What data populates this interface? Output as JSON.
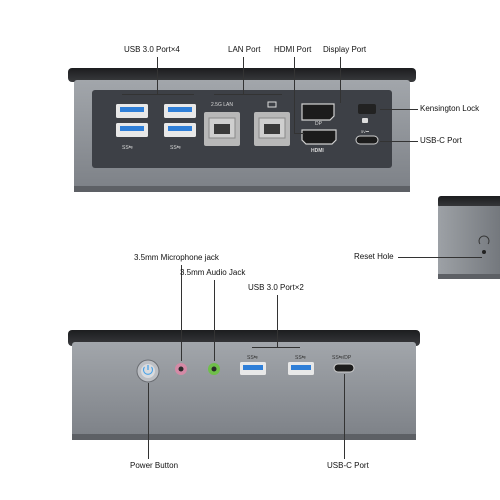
{
  "labels": {
    "usb30_x4": "USB 3.0 Port×4",
    "lan_port": "LAN Port",
    "hdmi_port": "HDMI Port",
    "display_port": "Display Port",
    "kensington_lock": "Kensington Lock",
    "usbc_port_top": "USB-C Port",
    "reset_hole": "Reset Hole",
    "mic_jack": "3.5mm Microphone jack",
    "audio_jack": "3.5mm Audio Jack",
    "usb30_x2": "USB 3.0 Port×2",
    "power_button": "Power Button",
    "usbc_port_bottom": "USB-C Port"
  },
  "port_markings": {
    "usb_ss_left": "SS⇋",
    "usb_ss_right": "SS⇋",
    "lan_25": "2.5G LAN",
    "dp": "DP",
    "hdmi": "HDMI",
    "usbc_rear": "5V⎓",
    "front_usb_1": "SS⇋",
    "front_usb_2": "SS⇋",
    "front_usbc": "SS⇋/DP"
  },
  "colors": {
    "case_body": "#8d9197",
    "case_top": "#2b2c2f",
    "io_panel": "#3c3f45",
    "usb_blue": "#2f7fd8",
    "mic_pink": "#d48aa6",
    "audio_green": "#6fbf4a"
  }
}
